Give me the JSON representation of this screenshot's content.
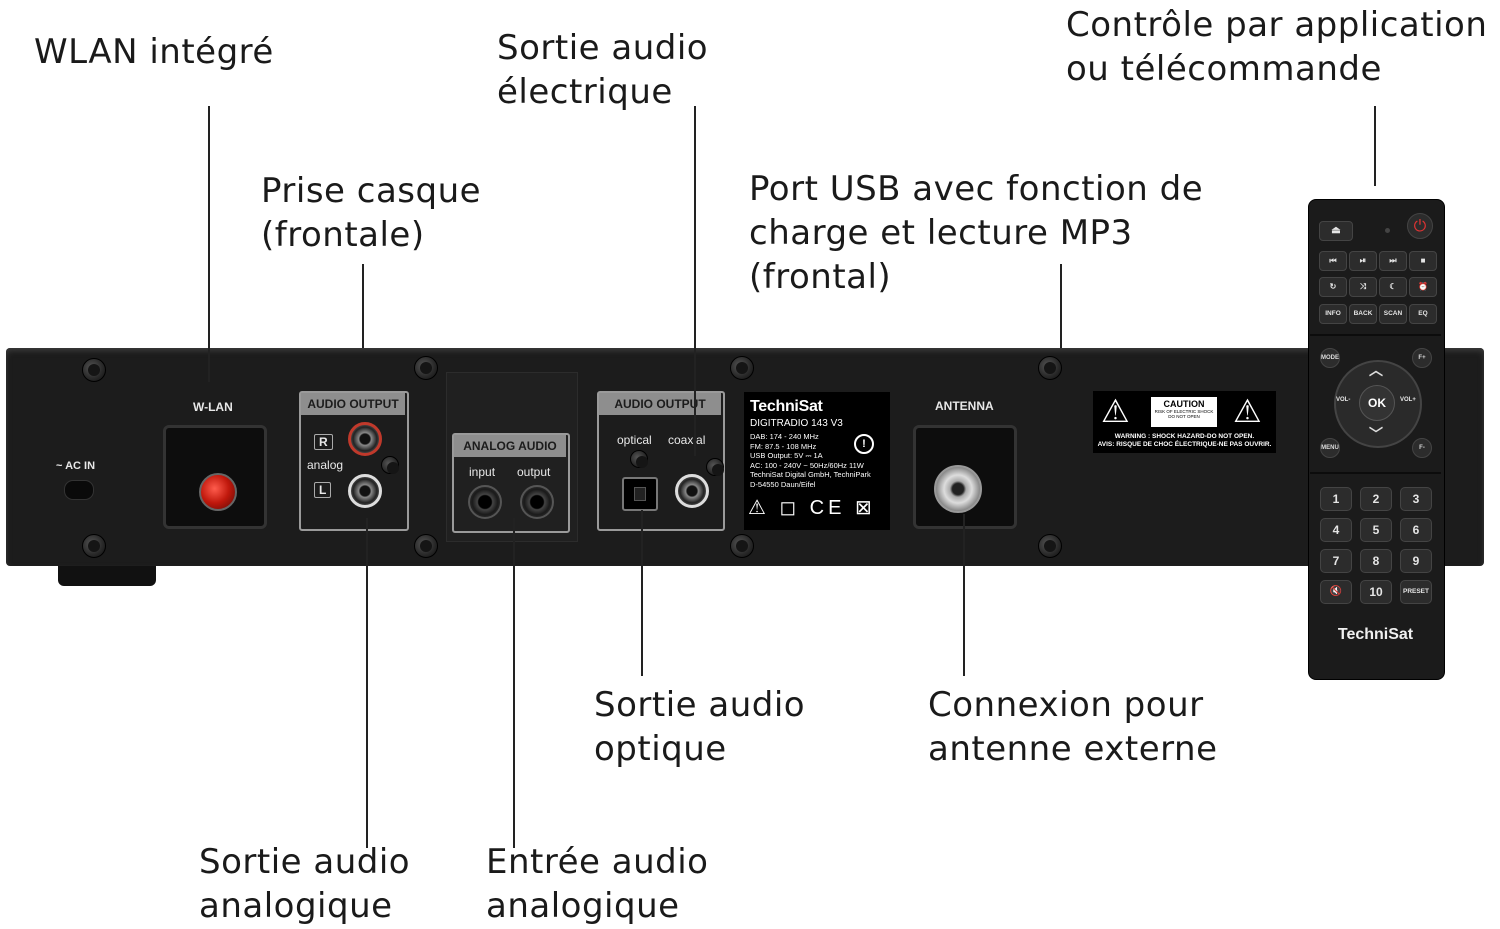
{
  "callouts": {
    "wlan": [
      "WLAN intégré"
    ],
    "electric_out": [
      "Sortie audio",
      "électrique"
    ],
    "app_control": [
      "Contrôle par application",
      "ou télécommande"
    ],
    "headphone": [
      "Prise casque",
      "(frontale)"
    ],
    "usb": [
      "Port USB avec fonction de",
      "charge et lecture MP3",
      "(frontal)"
    ],
    "optical_out": [
      "Sortie audio",
      "optique"
    ],
    "antenna_conn": [
      "Connexion pour",
      "antenne externe"
    ],
    "analog_out": [
      "Sortie audio",
      "analogique"
    ],
    "analog_in": [
      "Entrée audio",
      "analogique"
    ]
  },
  "device": {
    "ac_in": "~ AC IN",
    "wlan": "W-LAN",
    "audio_output_1": "AUDIO OUTPUT",
    "r": "R",
    "analog": "analog",
    "l": "L",
    "analog_audio": "ANALOG AUDIO",
    "input": "input",
    "output": "output",
    "audio_output_2": "AUDIO OUTPUT",
    "optical": "optical",
    "coaxial": "coaxial",
    "antenna": "ANTENNA"
  },
  "rating_plate": {
    "brand": "TechniSat",
    "model": "DIGITRADIO 143 V3",
    "specs": [
      "DAB: 174 - 240 MHz",
      "FM: 87.5 - 108 MHz",
      "USB Output: 5V ⎓ 1A",
      "AC: 100 - 240V ~ 50Hz/60Hz 11W",
      "TechniSat Digital GmbH, TechniPark",
      "D-54550 Daun/Eifel"
    ],
    "icons": "⚠ ◻ CE ⊠"
  },
  "caution_label": {
    "title": "CAUTION",
    "sub": "RISK OF ELECTRIC SHOCK DO NOT OPEN",
    "warning_en": "WARNING : SHOCK HAZARD-DO NOT OPEN.",
    "warning_fr": "AVIS: RISQUE DE CHOC ÉLECTRIQUE-NE PAS OUVRIR."
  },
  "remote": {
    "eject": "⏏",
    "power": "⏻",
    "transport": [
      "⏮",
      "⏯",
      "⏭",
      "■"
    ],
    "row3": [
      "↻",
      "⤨",
      "☾",
      "⏰"
    ],
    "row4": [
      "INFO",
      "BACK",
      "SCAN",
      "EQ"
    ],
    "mode": "MODE",
    "menu": "MENU",
    "f_plus": "F+",
    "f_minus": "F-",
    "ok": "OK",
    "vol_minus": "VOL-",
    "vol_plus": "VOL+",
    "numpad": [
      "1",
      "2",
      "3",
      "4",
      "5",
      "6",
      "7",
      "8",
      "9",
      "🔇",
      "10",
      "PRESET"
    ],
    "brand": "TechniSat"
  },
  "icons": {
    "warning": "warning-triangle-icon",
    "power": "power-icon",
    "eject": "eject-icon"
  },
  "colors": {
    "panel": "#1c1c1c",
    "wlan_connector": "#c0180c",
    "power_button": "#dd3333"
  }
}
